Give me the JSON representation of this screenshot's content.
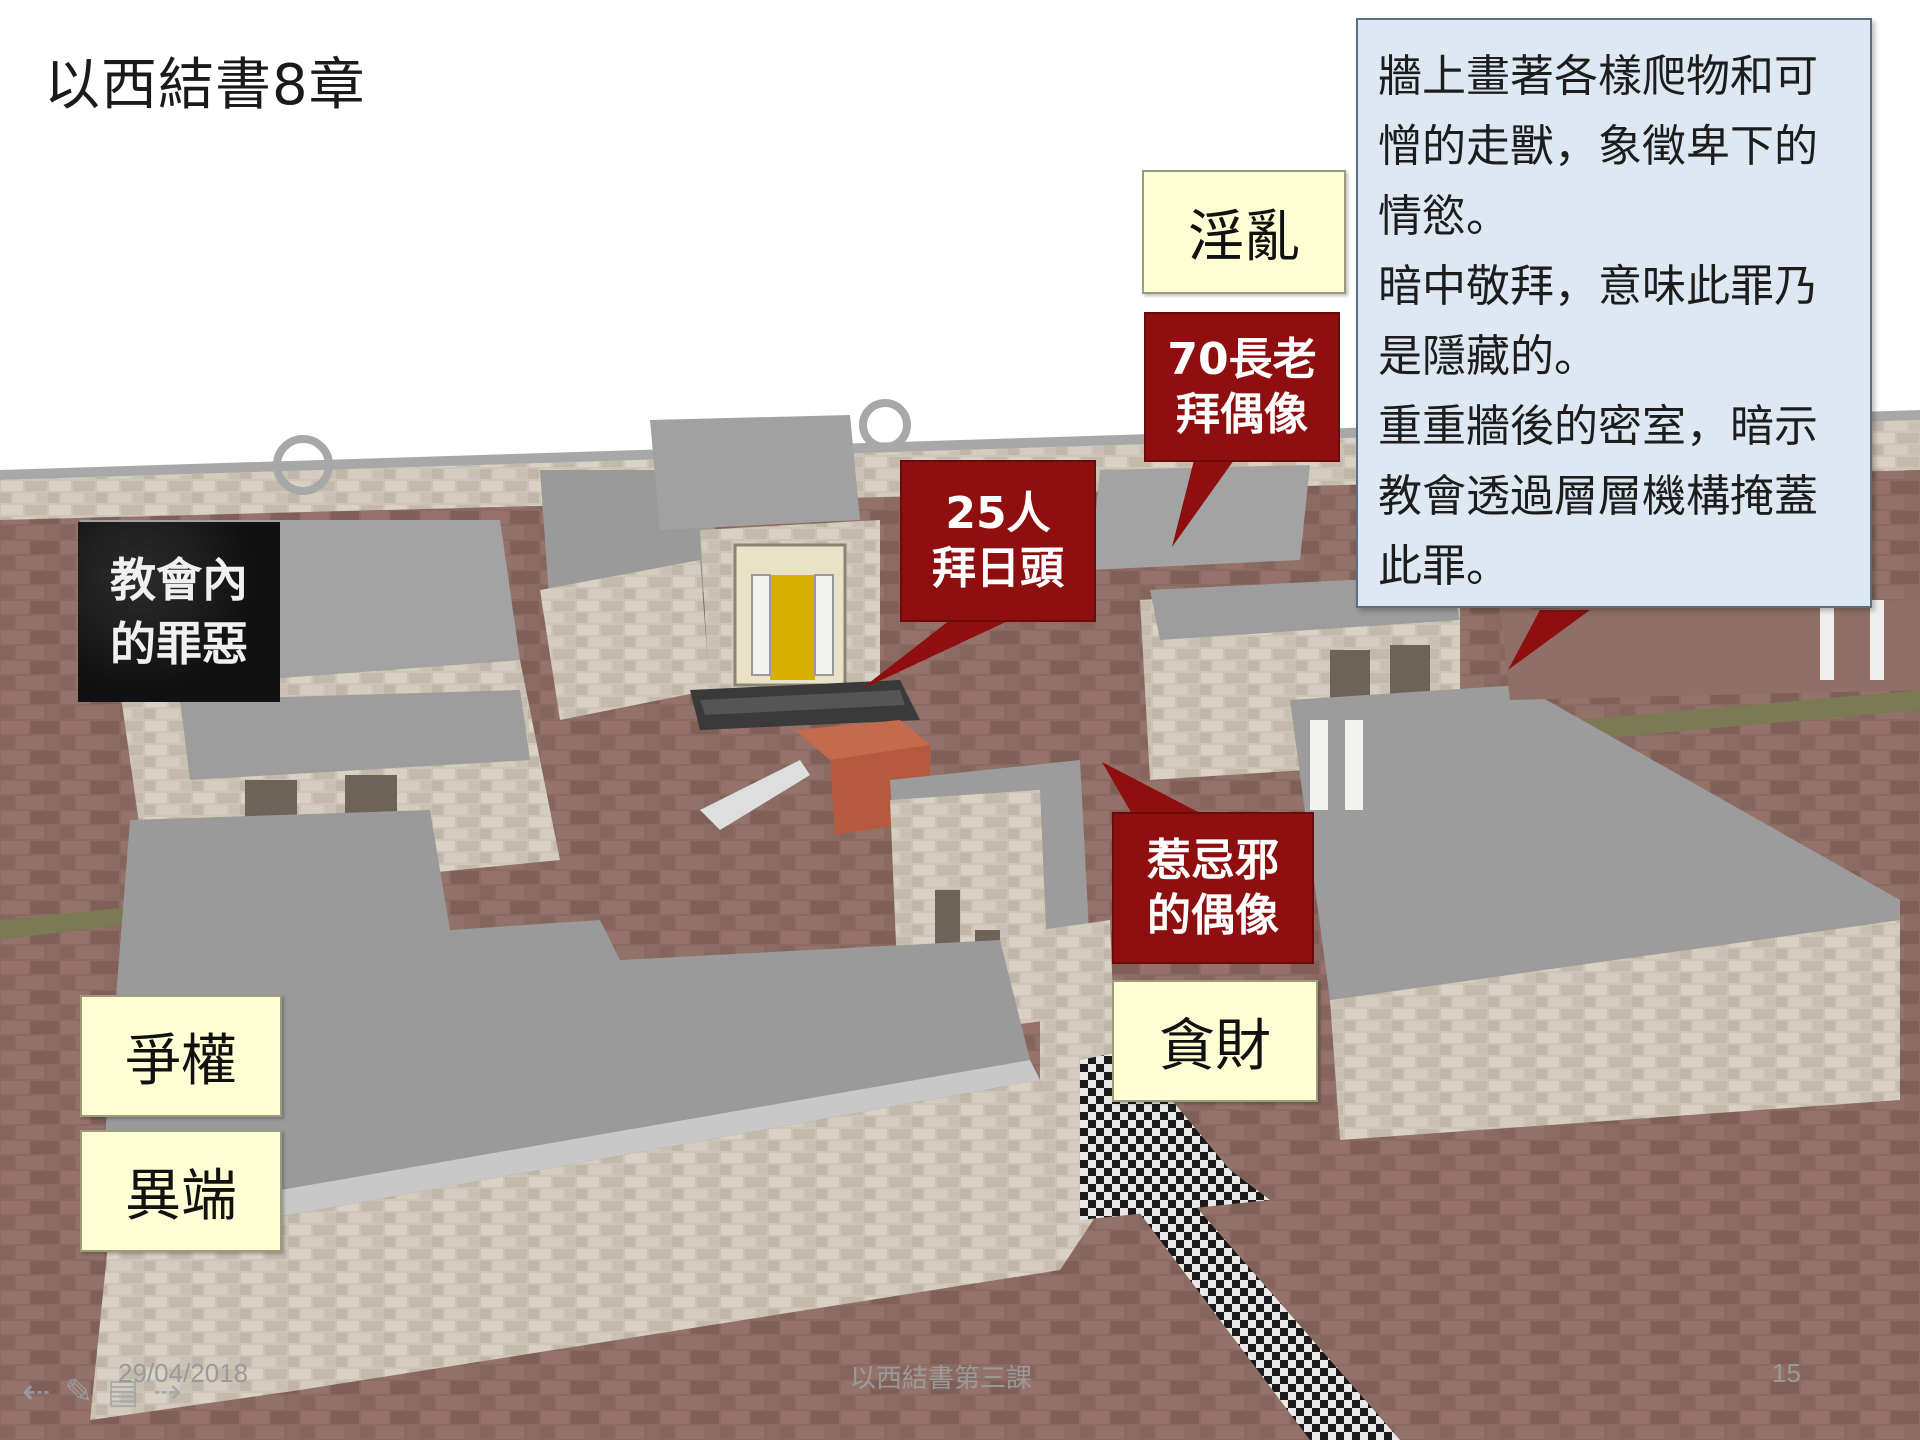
{
  "slide": {
    "title": "以西結書8章",
    "footer": {
      "date": "29/04/2018",
      "course": "以西結書第三課",
      "page": "15"
    }
  },
  "labels": {
    "yinluan": "淫亂",
    "zhengquan": "爭權",
    "yiduan": "異端",
    "tancai": "貪財",
    "church_evil_line1": "教會內",
    "church_evil_line2": "的罪惡"
  },
  "callouts": {
    "elders_line1": "70長老",
    "elders_line2": "拜偶像",
    "sun_line1": "25人",
    "sun_line2": "拜日頭",
    "jealousy_line1": "惹忌邪",
    "jealousy_line2": "的偶像"
  },
  "info_box": {
    "lines": [
      "牆上畫著各樣爬物和可",
      "憎的走獸，象徵卑下的",
      "情慾。",
      "暗中敬拜，意味此罪乃",
      "是隱藏的。",
      "重重牆後的密室，暗示",
      "教會透過層層機構掩蓋",
      "此罪。"
    ]
  },
  "nav_icons": [
    "arrow-left-icon",
    "pen-icon",
    "menu-icon",
    "arrow-right-icon"
  ],
  "colors": {
    "callout_red": "#8f0f10",
    "label_yellow": "#fffdd3",
    "info_blue": "#dde8f3",
    "roof_gray": "#9a9a9a",
    "floor_brown": "#8a6a60",
    "wall_stone": "#cfc6b8"
  }
}
